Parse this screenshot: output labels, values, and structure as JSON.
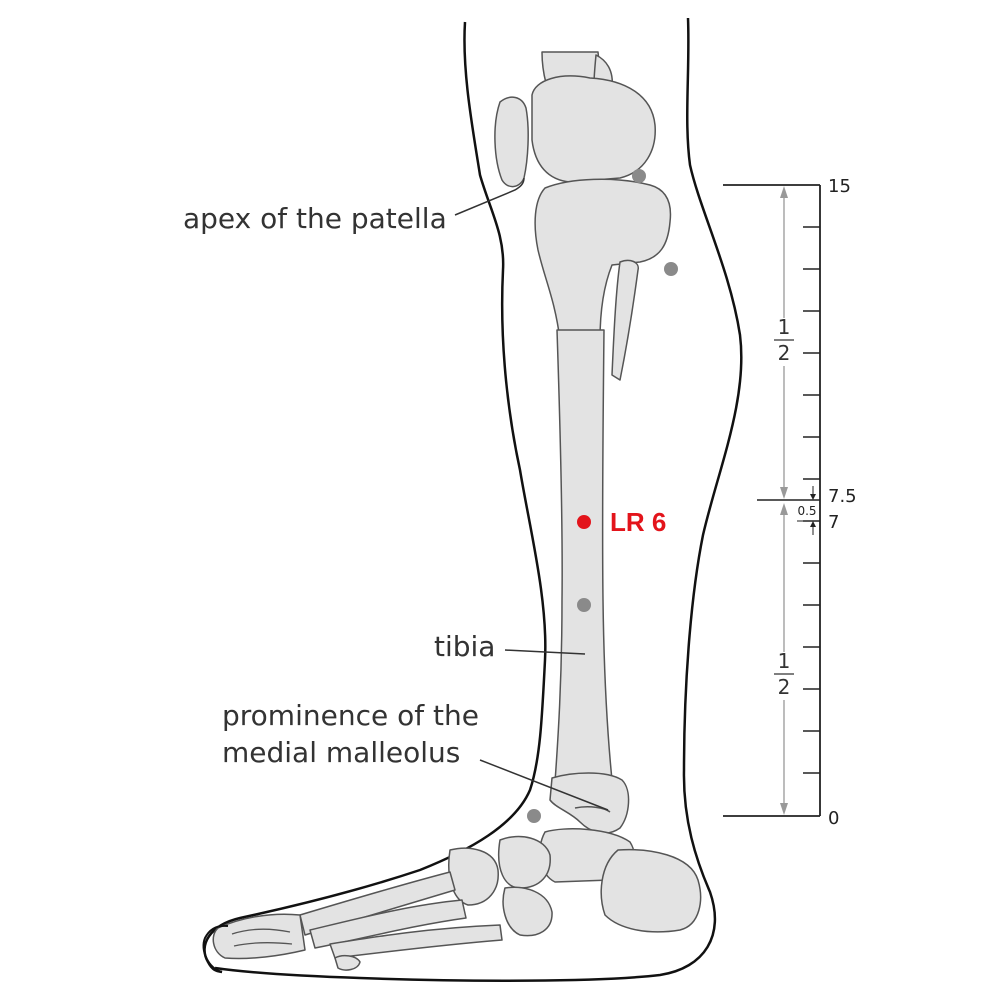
{
  "labels": {
    "apex_patella": "apex of the patella",
    "tibia": "tibia",
    "malleolus_line1": "prominence of the",
    "malleolus_line2": "medial malleolus"
  },
  "acupoint": {
    "name": "LR 6",
    "color": "#e3141b"
  },
  "scale": {
    "top": "15",
    "upper_mark": "7.5",
    "gap": "0.5",
    "lower_mark": "7",
    "bottom": "0",
    "upper_fraction": {
      "numerator": "1",
      "denominator": "2"
    },
    "lower_fraction": {
      "numerator": "1",
      "denominator": "2"
    }
  },
  "colors": {
    "bone_fill": "#e3e3e3",
    "outline": "#111111",
    "marker_gray": "#8a8a8a",
    "arrow_gray": "#999999"
  }
}
